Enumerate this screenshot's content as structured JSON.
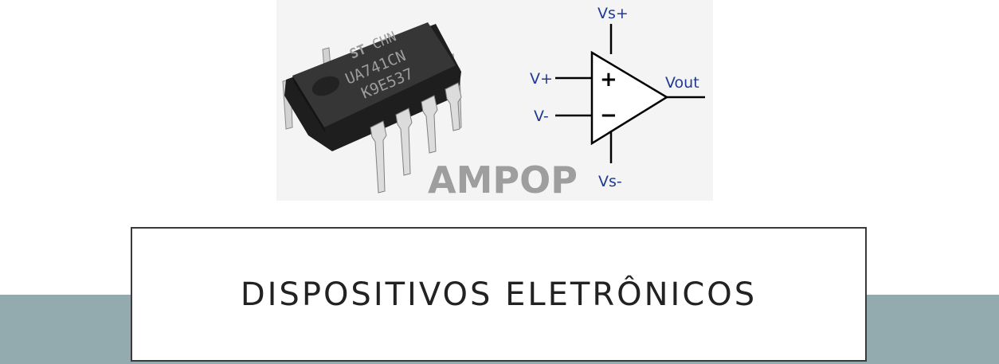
{
  "image": {
    "chip_markings": [
      "CHN",
      "UA741CN",
      "K9E537"
    ],
    "symbol_labels": {
      "vs_plus": "Vs+",
      "v_plus": "V+",
      "v_minus": "V-",
      "vout": "Vout",
      "vs_minus": "Vs-",
      "plus_sign": "+",
      "minus_sign": "−"
    },
    "watermark": "AMPOP"
  },
  "slide": {
    "title": "DISPOSITIVOS ELETRÔNICOS"
  },
  "colors": {
    "band": "#93abaf",
    "symbol_blue": "#1f3a93",
    "chip_body": "#2b2b2b",
    "watermark": "#9e9e9e"
  }
}
